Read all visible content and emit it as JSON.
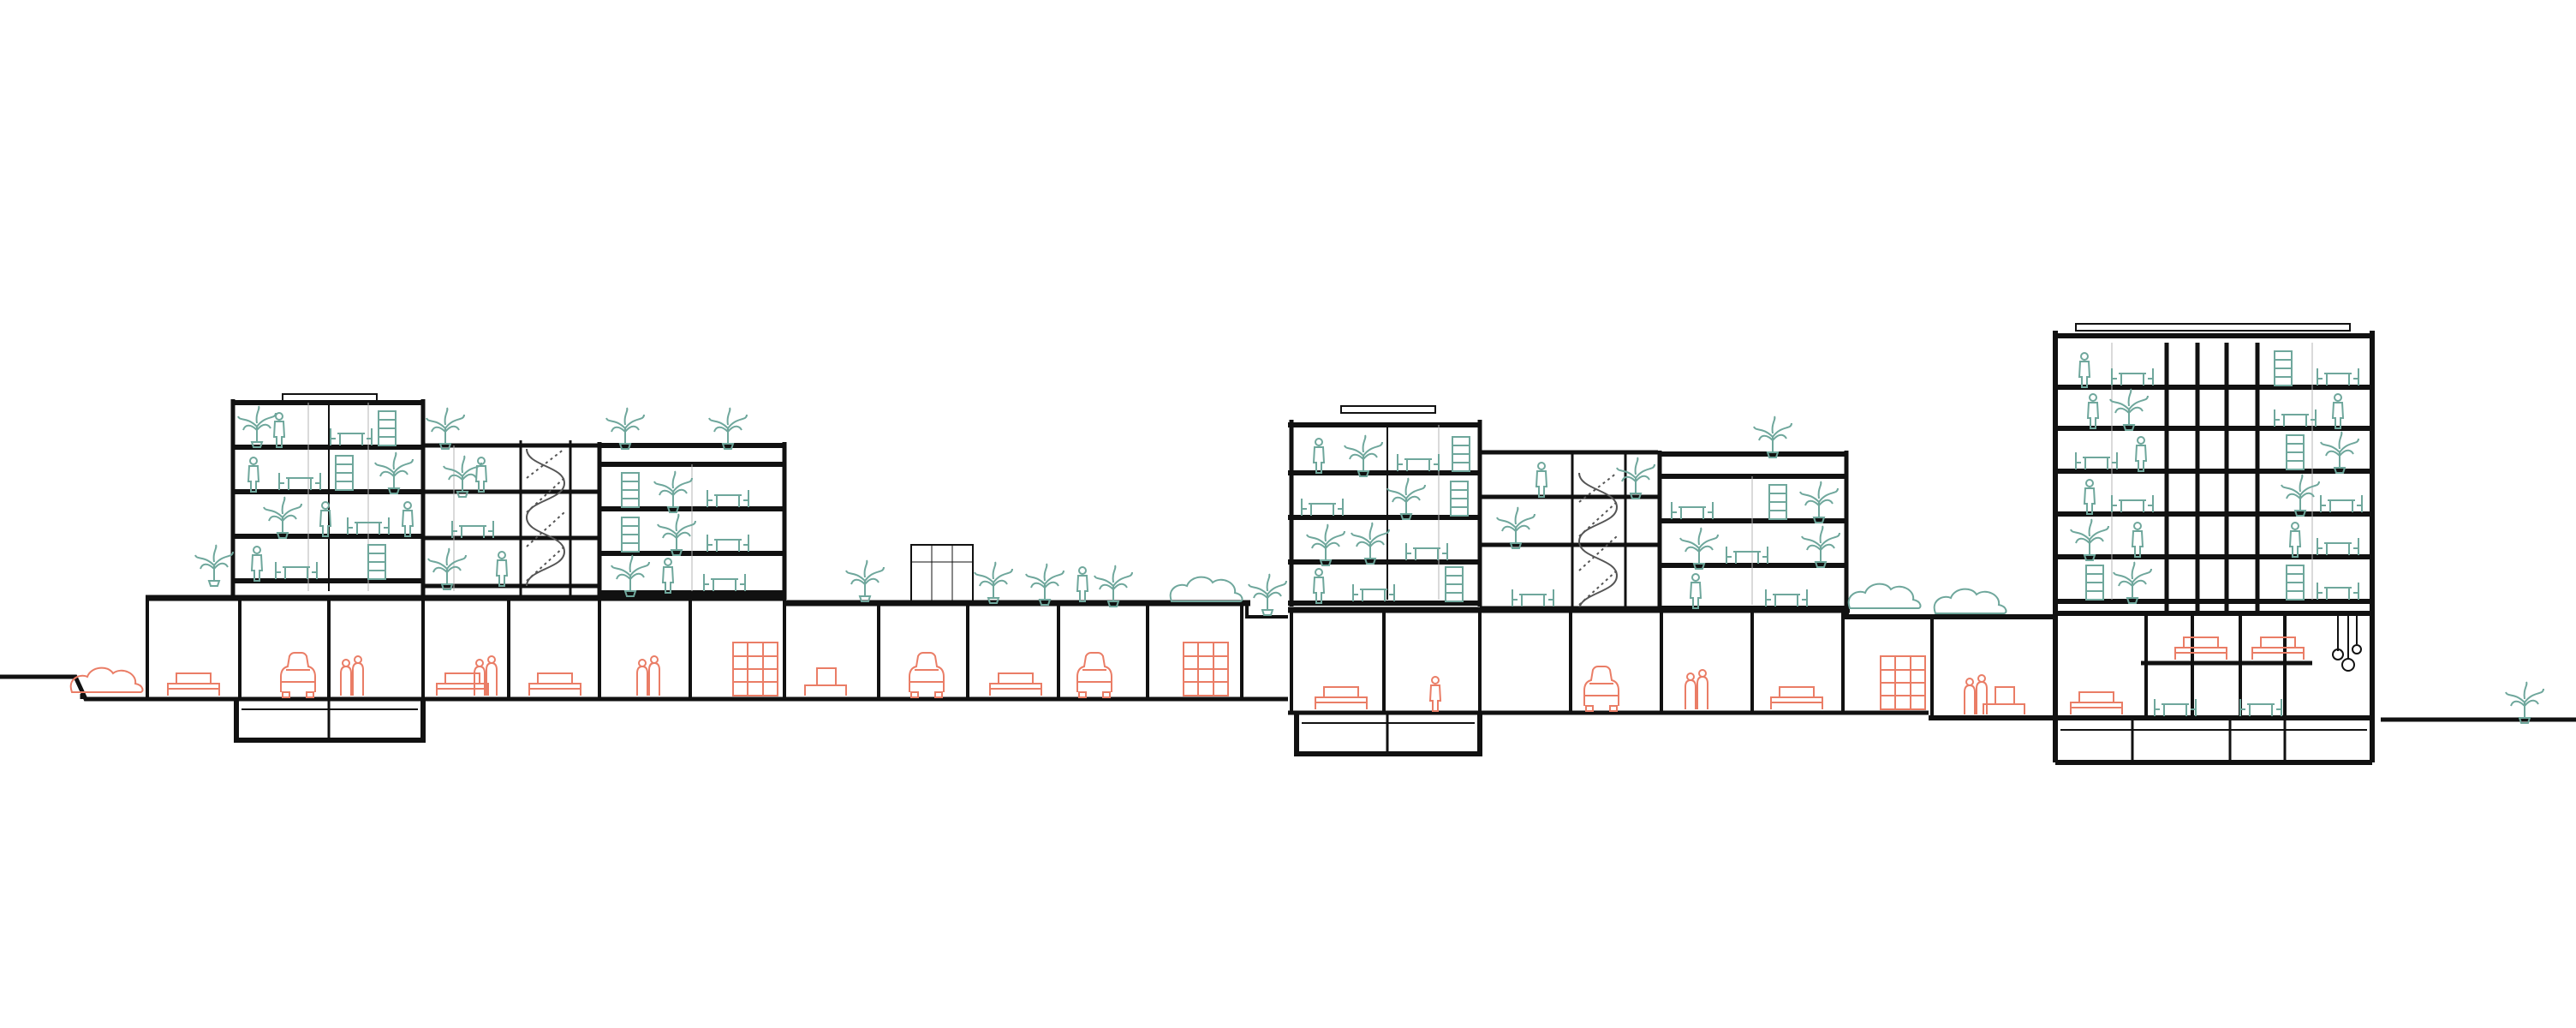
{
  "drawing": {
    "kind": "architectural-section",
    "colors": {
      "structure": "#111111",
      "upper_floor_figures": "#6fa79c",
      "ground_floor_figures": "#ea7d66",
      "glazing": "#b5b5b5",
      "background": "#ffffff"
    },
    "icons": {
      "upper_floor_figures": [
        "potted-plant-icon",
        "person-icon",
        "bookshelf-icon",
        "table-icon"
      ],
      "ground_floor_figures": [
        "car-icon",
        "people-group-icon",
        "shelving-icon",
        "table-icon",
        "bench-icon"
      ],
      "circulation": [
        "spiral-stair-icon"
      ]
    },
    "buildings": [
      {
        "name_id": "block-a",
        "upper_floors": 4,
        "basement_levels": 1
      },
      {
        "name_id": "link-a",
        "upper_floors": 3,
        "basement_levels": 0
      },
      {
        "name_id": "block-b",
        "upper_floors": 4,
        "basement_levels": 0
      },
      {
        "name_id": "podium-roof-garden",
        "upper_floors": 0,
        "basement_levels": 0
      },
      {
        "name_id": "block-c",
        "upper_floors": 4,
        "basement_levels": 1
      },
      {
        "name_id": "link-b",
        "upper_floors": 3,
        "basement_levels": 0
      },
      {
        "name_id": "block-d",
        "upper_floors": 3,
        "basement_levels": 0
      },
      {
        "name_id": "tower",
        "upper_floors": 6,
        "basement_levels": 1
      }
    ]
  }
}
